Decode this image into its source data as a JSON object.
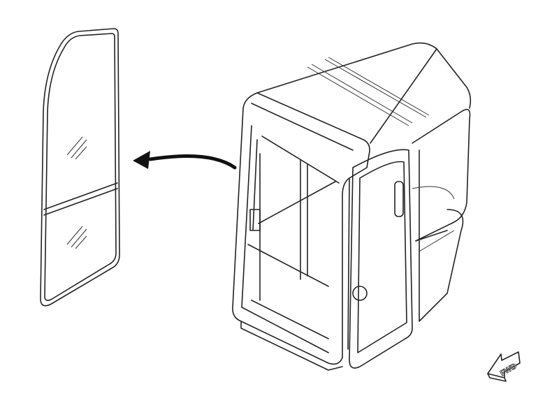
{
  "diagram": {
    "direction_label": "FWD",
    "parts": [
      "glass-panel",
      "removal-arrow",
      "operator-cab",
      "forward-direction-arrow"
    ]
  }
}
